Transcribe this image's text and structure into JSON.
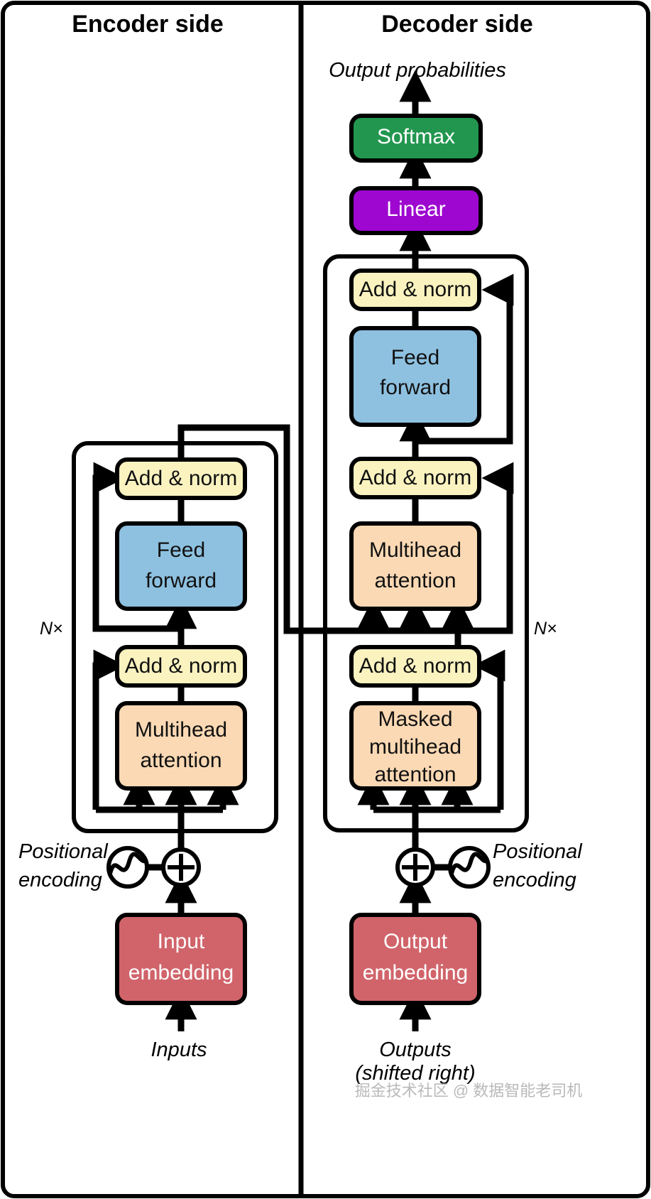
{
  "diagram": {
    "title": "Transformer encoder-decoder architecture",
    "sides": {
      "encoder": "Encoder side",
      "decoder": "Decoder side"
    },
    "repeat_label_encoder": "N×",
    "repeat_label_decoder": "N×",
    "watermark": "掘金技术社区 @ 数据智能老司机",
    "io": {
      "encoder_input": "Inputs",
      "decoder_input_line1": "Outputs",
      "decoder_input_line2": "(shifted right)",
      "decoder_output": "Output probabilities"
    },
    "positional_encoding": {
      "line1": "Positional",
      "line2": "encoding",
      "icon": "sine-wave-circle-icon",
      "adder_symbol": "⊕"
    },
    "blocks": {
      "encoder": [
        {
          "id": "input-embedding",
          "label_line1": "Input",
          "label_line2": "embedding",
          "color": "#d0646a",
          "text": "light"
        },
        {
          "id": "enc-multihead-attention",
          "label_line1": "Multihead",
          "label_line2": "attention",
          "color": "#fbd9b4",
          "text": "dark"
        },
        {
          "id": "enc-add-norm-1",
          "label_line1": "Add & norm",
          "label_line2": "",
          "color": "#faf3c0",
          "text": "dark"
        },
        {
          "id": "enc-feed-forward",
          "label_line1": "Feed",
          "label_line2": "forward",
          "color": "#8ec1e0",
          "text": "dark"
        },
        {
          "id": "enc-add-norm-2",
          "label_line1": "Add & norm",
          "label_line2": "",
          "color": "#faf3c0",
          "text": "dark"
        }
      ],
      "decoder": [
        {
          "id": "output-embedding",
          "label_line1": "Output",
          "label_line2": "embedding",
          "color": "#d0646a",
          "text": "light"
        },
        {
          "id": "dec-masked-multihead-attention",
          "label_line1": "Masked",
          "label_line2": "multihead",
          "label_line3": "attention",
          "color": "#fbd9b4",
          "text": "dark"
        },
        {
          "id": "dec-add-norm-1",
          "label_line1": "Add & norm",
          "label_line2": "",
          "color": "#faf3c0",
          "text": "dark"
        },
        {
          "id": "dec-multihead-attention",
          "label_line1": "Multihead",
          "label_line2": "attention",
          "color": "#fbd9b4",
          "text": "dark"
        },
        {
          "id": "dec-add-norm-2",
          "label_line1": "Add & norm",
          "label_line2": "",
          "color": "#faf3c0",
          "text": "dark"
        },
        {
          "id": "dec-feed-forward",
          "label_line1": "Feed",
          "label_line2": "forward",
          "color": "#8ec1e0",
          "text": "dark"
        },
        {
          "id": "dec-add-norm-3",
          "label_line1": "Add & norm",
          "label_line2": "",
          "color": "#faf3c0",
          "text": "dark"
        },
        {
          "id": "linear",
          "label_line1": "Linear",
          "label_line2": "",
          "color": "#9d07cf",
          "text": "light"
        },
        {
          "id": "softmax",
          "label_line1": "Softmax",
          "label_line2": "",
          "color": "#22964f",
          "text": "light"
        }
      ]
    },
    "colors": {
      "add_norm": "#faf3c0",
      "attention": "#fbd9b4",
      "feed_forward": "#8ec1e0",
      "embedding": "#d0646a",
      "linear": "#9d07cf",
      "softmax": "#22964f",
      "stroke": "#000000",
      "background": "#ffffff"
    }
  }
}
